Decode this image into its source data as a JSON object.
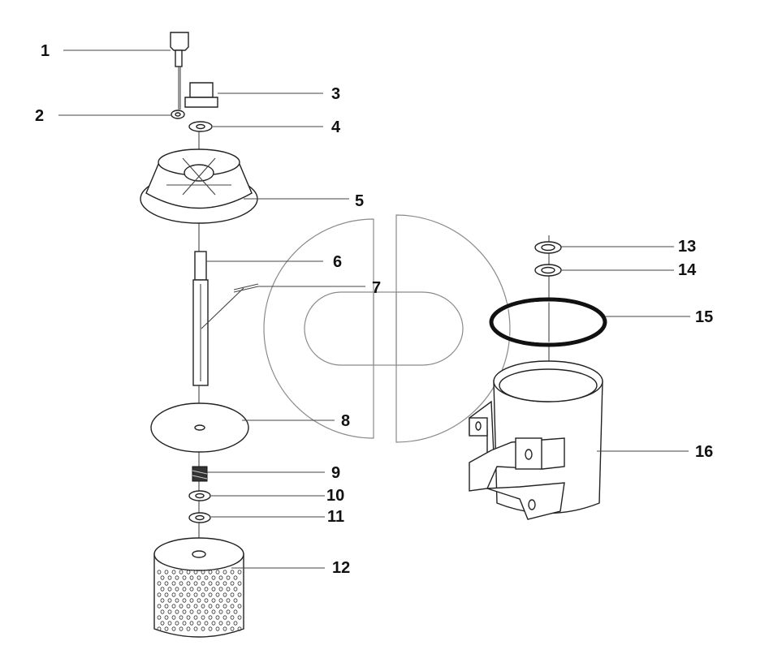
{
  "callouts": [
    {
      "id": "1",
      "text": "1"
    },
    {
      "id": "2",
      "text": "2"
    },
    {
      "id": "3",
      "text": "3"
    },
    {
      "id": "4",
      "text": "4"
    },
    {
      "id": "5",
      "text": "5"
    },
    {
      "id": "6",
      "text": "6"
    },
    {
      "id": "7",
      "text": "7"
    },
    {
      "id": "8",
      "text": "8"
    },
    {
      "id": "9",
      "text": "9"
    },
    {
      "id": "10",
      "text": "10"
    },
    {
      "id": "11",
      "text": "11"
    },
    {
      "id": "12",
      "text": "12"
    },
    {
      "id": "13",
      "text": "13"
    },
    {
      "id": "14",
      "text": "14"
    },
    {
      "id": "15",
      "text": "15"
    },
    {
      "id": "16",
      "text": "16"
    }
  ],
  "colors": {
    "line": "#222222",
    "watermark": "#8a8a8a",
    "background": "#ffffff"
  }
}
